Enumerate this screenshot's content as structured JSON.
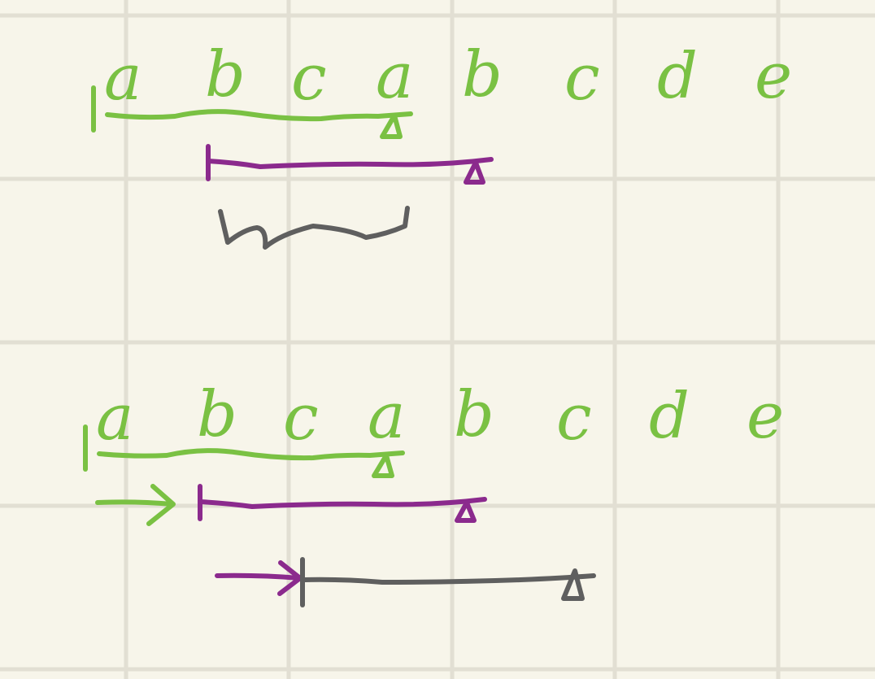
{
  "colors": {
    "background": "#f7f5ea",
    "grid": "#e2dfd3",
    "green": "#7ac143",
    "purple": "#8b2a8d",
    "gray": "#5f5f5f"
  },
  "rows": [
    {
      "letters": [
        "a",
        "b",
        "c",
        "a",
        "b",
        "c",
        "d",
        "e"
      ]
    },
    {
      "letters": [
        "a",
        "b",
        "c",
        "a",
        "b",
        "c",
        "d",
        "e"
      ]
    }
  ]
}
